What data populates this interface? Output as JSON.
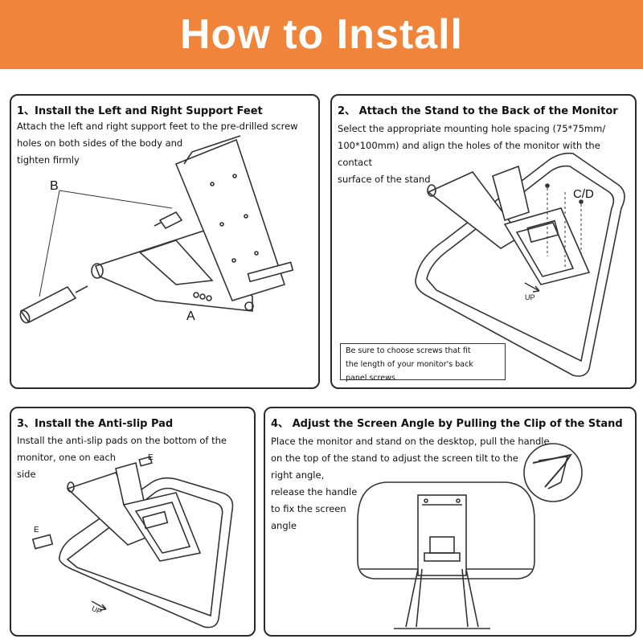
{
  "header": {
    "title": "How to Install"
  },
  "steps": [
    {
      "title": "1、Install the Left and Right Support Feet",
      "lines": [
        "Attach the left and right support feet to the pre-drilled screw",
        "holes on both sides of the body and",
        "tighten firmly"
      ],
      "labels": {
        "b": "B",
        "a": "A"
      }
    },
    {
      "title": "2、 Attach the Stand to the Back of the Monitor",
      "lines": [
        "Select the appropriate mounting hole spacing (75*75mm/",
        "100*100mm) and align the holes of the monitor with the contact",
        "surface of the stand"
      ],
      "labels": {
        "cd": "C/D",
        "up": "UP"
      },
      "note": [
        "Be sure to choose screws that fit",
        "the length of your monitor's back",
        "panel screws"
      ]
    },
    {
      "title": "3、Install the Anti-slip Pad",
      "lines": [
        "Install the anti-slip pads on the bottom of the",
        "monitor, one on each",
        "side"
      ],
      "labels": {
        "e": "E",
        "up": "UP"
      }
    },
    {
      "title": "4、 Adjust the Screen Angle by Pulling the Clip of the Stand",
      "lines": [
        "Place the monitor and stand on the desktop, pull the handle",
        "on the top of the stand to adjust the screen tilt to the",
        "right angle,",
        "release the handle",
        "to fix the screen",
        "angle"
      ]
    }
  ]
}
